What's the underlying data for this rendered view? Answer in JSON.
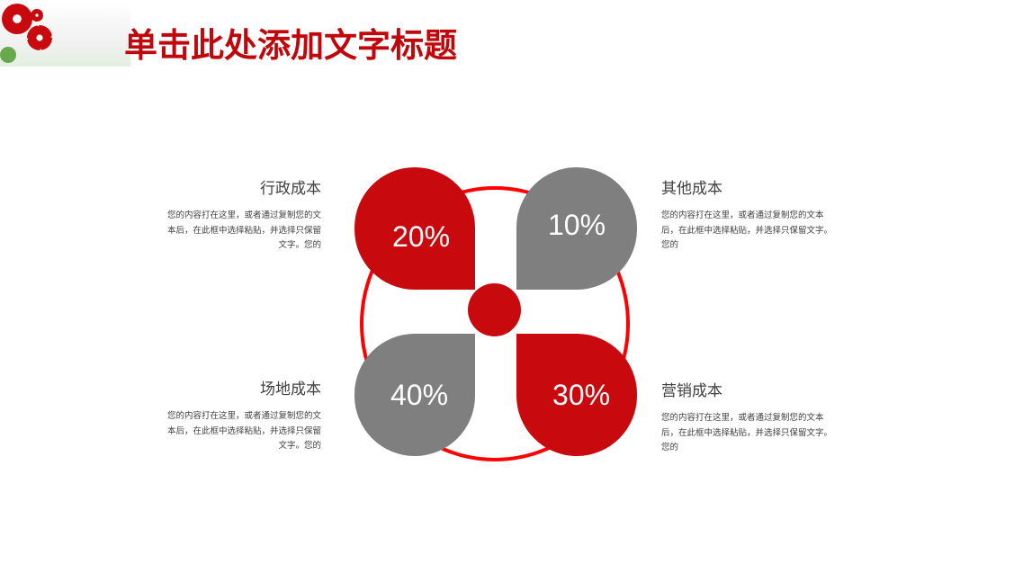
{
  "title": "单击此处添加文字标题",
  "colors": {
    "red": "#c8090e",
    "gray": "#7f7f7f",
    "ring": "#ff0000"
  },
  "petals": [
    {
      "value": "20%",
      "color": "red"
    },
    {
      "value": "10%",
      "color": "gray"
    },
    {
      "value": "40%",
      "color": "gray"
    },
    {
      "value": "30%",
      "color": "red"
    }
  ],
  "items": [
    {
      "heading": "行政成本",
      "body": "您的内容打在这里，或者通过复制您的文本后，在此框中选择粘贴，并选择只保留文字。您的"
    },
    {
      "heading": "其他成本",
      "body": "您的内容打在这里，或者通过复制您的文本后，在此框中选择粘贴，并选择只保留文字。您的"
    },
    {
      "heading": "场地成本",
      "body": "您的内容打在这里，或者通过复制您的文本后，在此框中选择粘贴，并选择只保留文字。您的"
    },
    {
      "heading": "营销成本",
      "body": "您的内容打在这里，或者通过复制您的文本后，在此框中选择粘贴，并选择只保留文字。您的"
    }
  ]
}
